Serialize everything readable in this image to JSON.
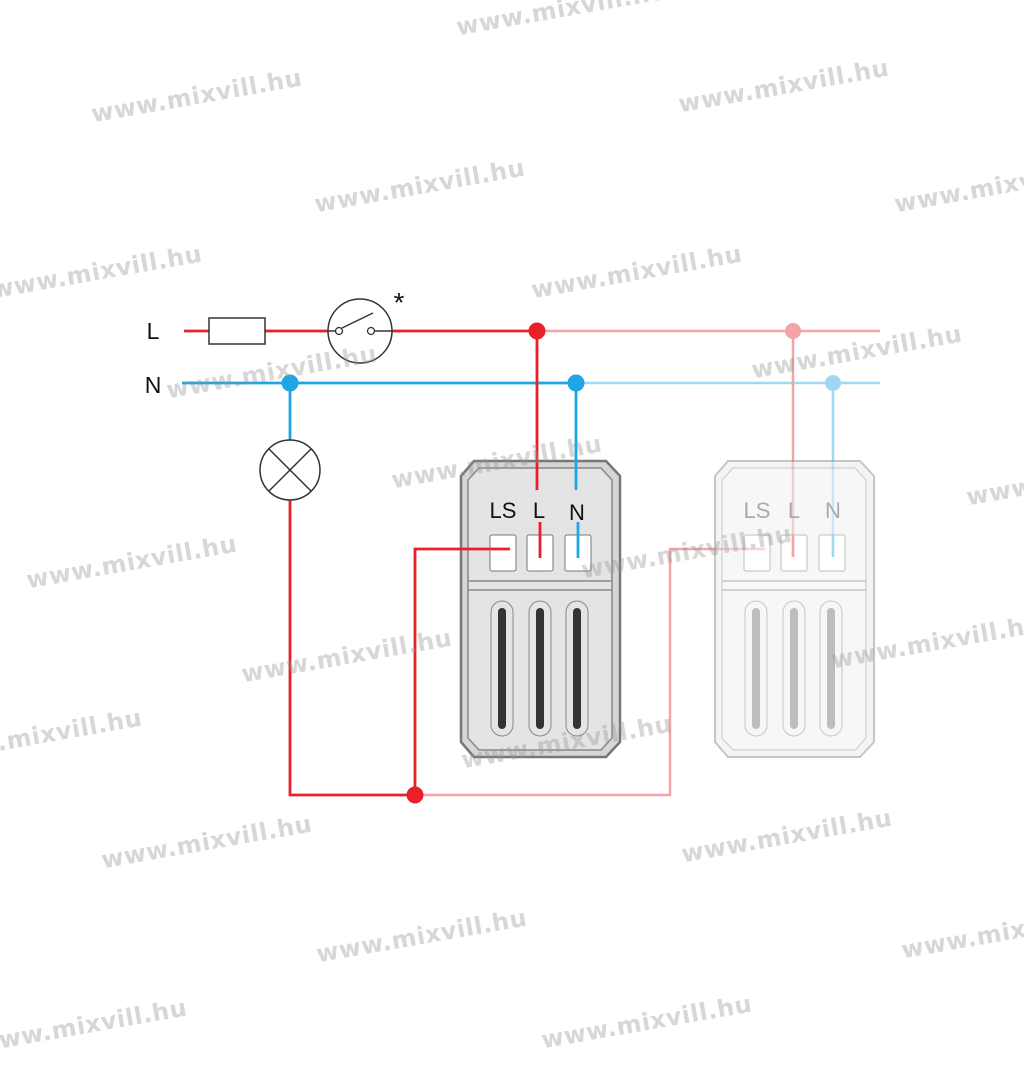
{
  "diagram": {
    "line_label_L": "L",
    "line_label_N": "N",
    "switch_note": "*",
    "device_active": {
      "labels": [
        "LS",
        "L",
        "N"
      ]
    },
    "device_ghost": {
      "labels": [
        "LS",
        "L",
        "N"
      ]
    }
  },
  "watermark": "www.mixvill.hu",
  "colors": {
    "live": "#e8202a",
    "neutral": "#1ea5e3",
    "live_faded": "#f4a3a6",
    "neutral_faded": "#9fd8f3",
    "device_body": "#e3e3e3",
    "device_ghost": "#f1f1f1"
  }
}
